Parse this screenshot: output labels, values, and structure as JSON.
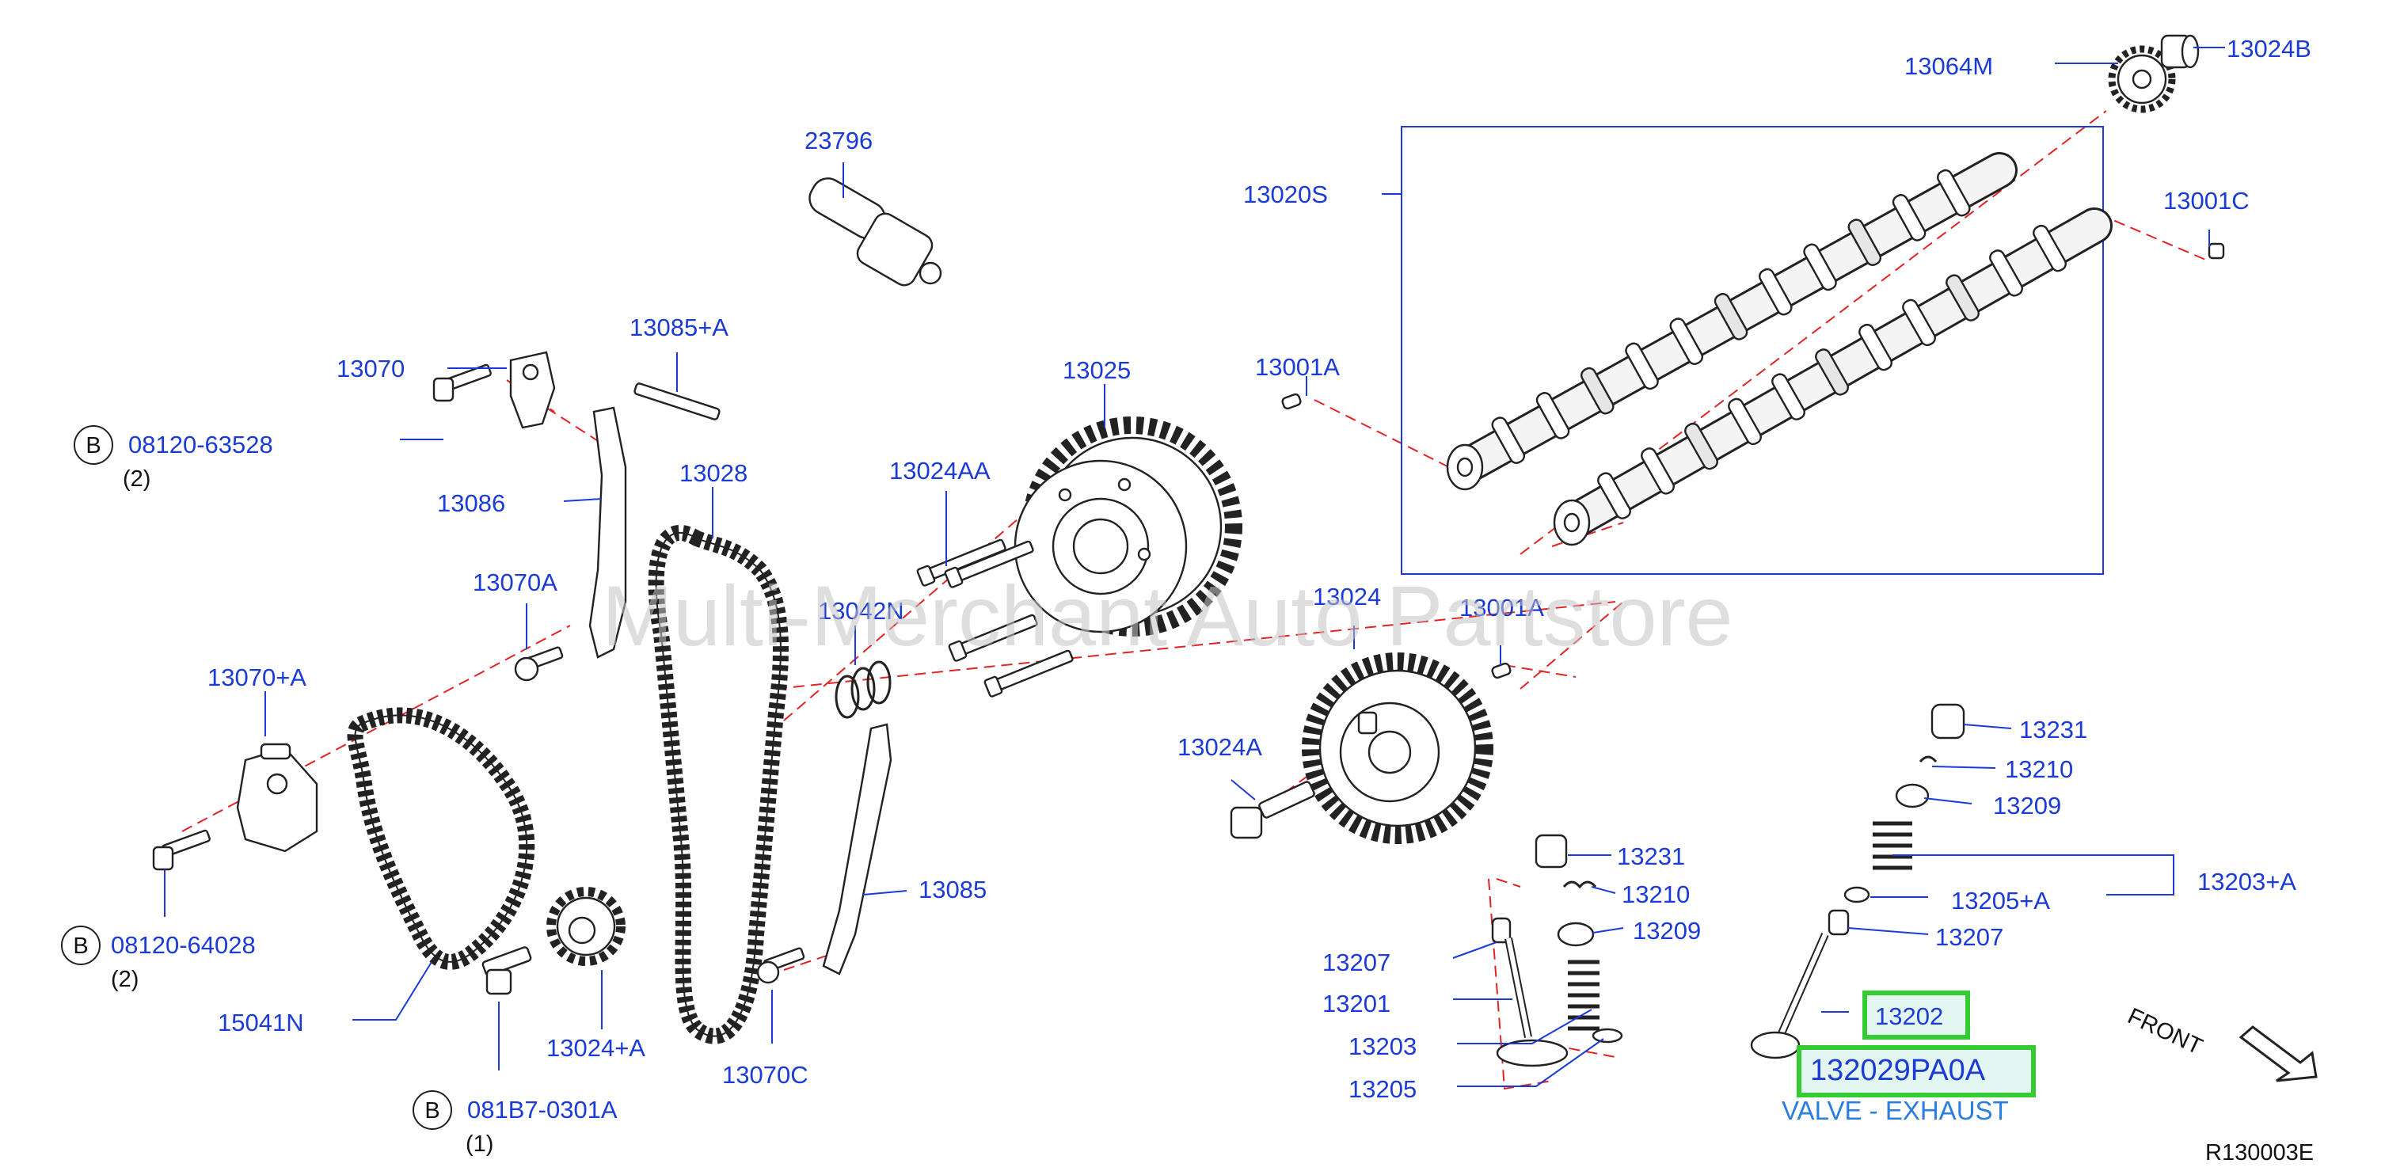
{
  "watermark": "Multi-Merchant Auto Partstore",
  "diagram_code": "R130003E",
  "front_label": "FRONT",
  "bolt_marker": "B",
  "parts": {
    "p23796": "23796",
    "p13085a": "13085+A",
    "p13070": "13070",
    "p13086": "13086",
    "p13028": "13028",
    "p13024aa": "13024AA",
    "p13025": "13025",
    "p13070a": "13070A",
    "p13042n": "13042N",
    "p13070pa": "13070+A",
    "p13085": "13085",
    "p15041n": "15041N",
    "p13024pa": "13024+A",
    "p13070c": "13070C",
    "p13064m": "13064M",
    "p13024b": "13024B",
    "p13020s": "13020S",
    "p13001c": "13001C",
    "p13001a_top": "13001A",
    "p13001a_mid": "13001A",
    "p13024": "13024",
    "p13024a": "13024A",
    "p13231_l": "13231",
    "p13210_l": "13210",
    "p13209_l": "13209",
    "p13207_l": "13207",
    "p13201": "13201",
    "p13203": "13203",
    "p13205": "13205",
    "p13231_r": "13231",
    "p13210_r": "13210",
    "p13209_r": "13209",
    "p13203pa": "13203+A",
    "p13205pa": "13205+A",
    "p13207_r": "13207",
    "p13202": "13202"
  },
  "bolts": {
    "b1_number": "08120-63528",
    "b1_qty": "(2)",
    "b2_number": "08120-64028",
    "b2_qty": "(2)",
    "b3_number": "081B7-0301A",
    "b3_qty": "(1)"
  },
  "highlight": {
    "part_number": "132029PA0A",
    "description": "VALVE - EXHAUST"
  },
  "colors": {
    "label_blue": "#1a3bd6",
    "leader_red": "#e02424",
    "highlight_green": "#33cc33",
    "description_blue": "#2a7de1"
  }
}
